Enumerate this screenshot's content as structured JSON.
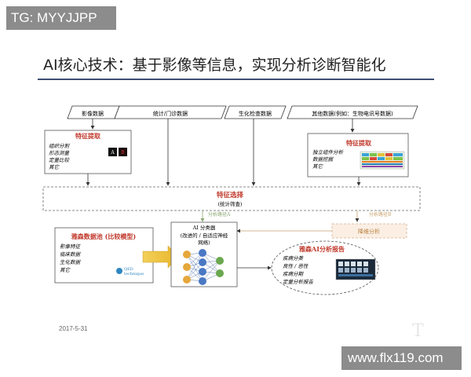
{
  "watermark_top": "TG: MYYJJPP",
  "watermark_bottom": "www.flx119.com",
  "slide": {
    "title": "AI核心技术：基于影像等信息，实现分析诊断智能化",
    "date": "2017-5-31",
    "inputs": [
      "影像数据",
      "统计/门诊数据",
      "生化检查数据",
      "其他数据(例如：生物电讯号数据)"
    ],
    "left_extract": {
      "title": "特征提取",
      "items": [
        "组织分割",
        "形态测量",
        "定量比较",
        "其它"
      ],
      "thumb_labels": [
        "A",
        "B"
      ]
    },
    "right_extract": {
      "title": "特征提取",
      "items": [
        "独立组件分析",
        "数据挖掘",
        "其它"
      ]
    },
    "select": {
      "title": "特征选择",
      "subtitle": "(统计筛查)"
    },
    "path_a": "分析路径A",
    "path_b": "分析路径B",
    "reduce": "降维分析",
    "pool": {
      "title": "雅森数据池 (比较模型)",
      "items": [
        "影像特征",
        "临床数据",
        "生化数据",
        "其它"
      ],
      "logo_line1": "QED",
      "logo_line2": "technique"
    },
    "classifier": {
      "title": "AI 分类器",
      "lines": [
        "(改进的 / 自适应神经",
        "网络)"
      ]
    },
    "report": {
      "title": "雅森AI分析报告",
      "items": [
        "疾病分类",
        "良性 / 恶性",
        "疾病分期",
        "定量分析报告"
      ]
    }
  }
}
